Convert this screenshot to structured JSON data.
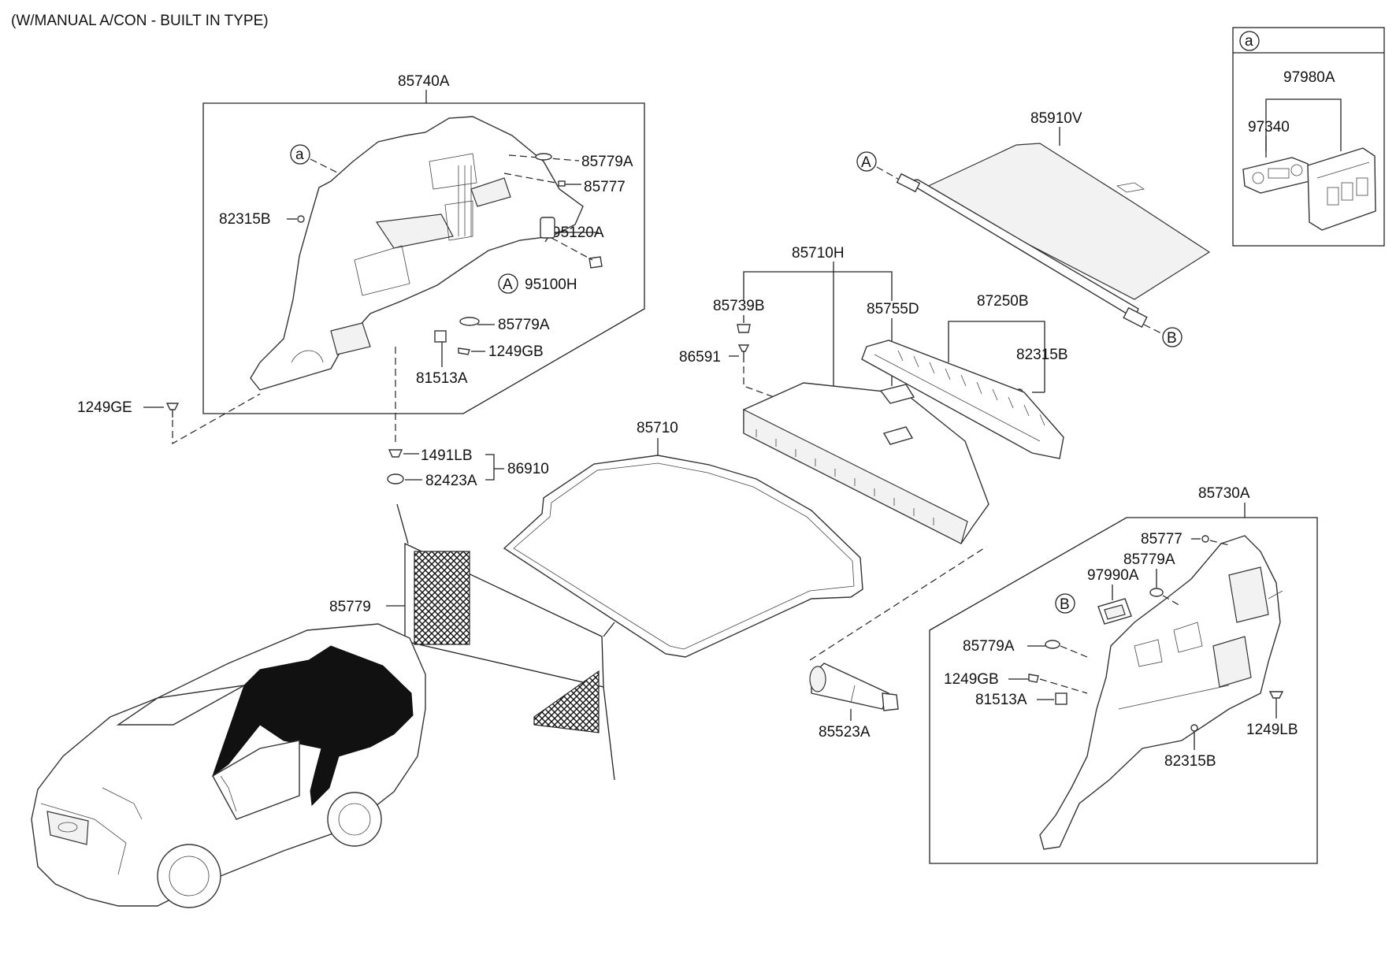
{
  "header": "(W/MANUAL A/CON - BUILT IN TYPE)",
  "refs": {
    "a": "a",
    "A": "A",
    "B": "B"
  },
  "parts": {
    "p85740A": "85740A",
    "p85779A_1": "85779A",
    "p85777_1": "85777",
    "p82315B_1": "82315B",
    "p95120A": "95120A",
    "p95100H": "95100H",
    "p85779A_2": "85779A",
    "p1249GB_1": "1249GB",
    "p81513A_1": "81513A",
    "p1249GE": "1249GE",
    "p1491LB": "1491LB",
    "p82423A": "82423A",
    "p86910": "86910",
    "p85910V": "85910V",
    "p97980A": "97980A",
    "p97340": "97340",
    "p85710H": "85710H",
    "p85739B": "85739B",
    "p86591": "86591",
    "p85755D": "85755D",
    "p87250B": "87250B",
    "p82315B_2": "82315B",
    "p85710": "85710",
    "p85779": "85779",
    "p85523A": "85523A",
    "p85730A": "85730A",
    "p85777_2": "85777",
    "p85779A_3": "85779A",
    "p97990A": "97990A",
    "p85779A_4": "85779A",
    "p1249GB_2": "1249GB",
    "p81513A_2": "81513A",
    "p1249LB": "1249LB",
    "p82315B_3": "82315B"
  }
}
